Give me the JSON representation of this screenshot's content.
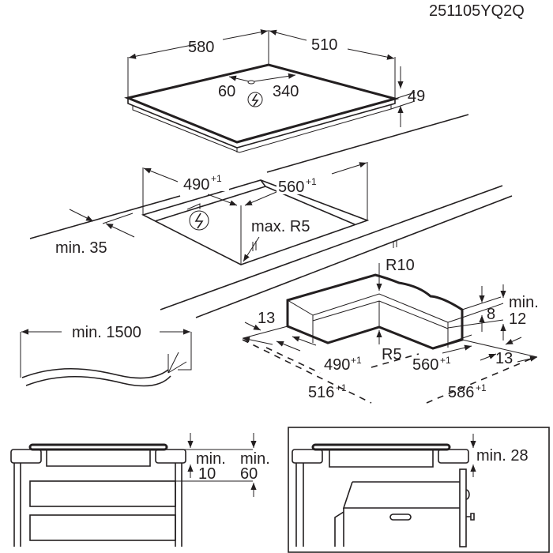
{
  "drawing_code": "251105YQ2Q",
  "colors": {
    "line": "#231f20",
    "background": "#ffffff"
  },
  "hob": {
    "width": "580",
    "depth": "510",
    "height": "49",
    "connection_left": "60",
    "connection_right": "340",
    "connection_icon": "electrical-hazard-icon"
  },
  "cutout": {
    "width": "490",
    "width_tol": "+1",
    "depth": "560",
    "depth_tol": "+1",
    "corner_radius": "max. R5",
    "front_distance": "min. 35",
    "connection_icon": "electrical-hazard-icon"
  },
  "frame_cutout": {
    "outer_radius": "R10",
    "inner_radius": "R5",
    "ledge_left": "13",
    "ledge_right": "13",
    "ledge_depth": "8",
    "min_worktop": "min.",
    "min_worktop_value": "12",
    "inner_width": "490",
    "inner_width_tol": "+1",
    "inner_depth": "560",
    "inner_depth_tol": "+1",
    "outer_width": "516",
    "outer_width_tol": "+1",
    "outer_depth": "586",
    "outer_depth_tol": "+1"
  },
  "cable": {
    "length_label": "min. 1500"
  },
  "section_drawer": {
    "gap_label_1": "min.",
    "gap_value_1": "10",
    "gap_label_2": "min.",
    "gap_value_2": "60"
  },
  "section_oven": {
    "gap_label": "min. 28"
  }
}
